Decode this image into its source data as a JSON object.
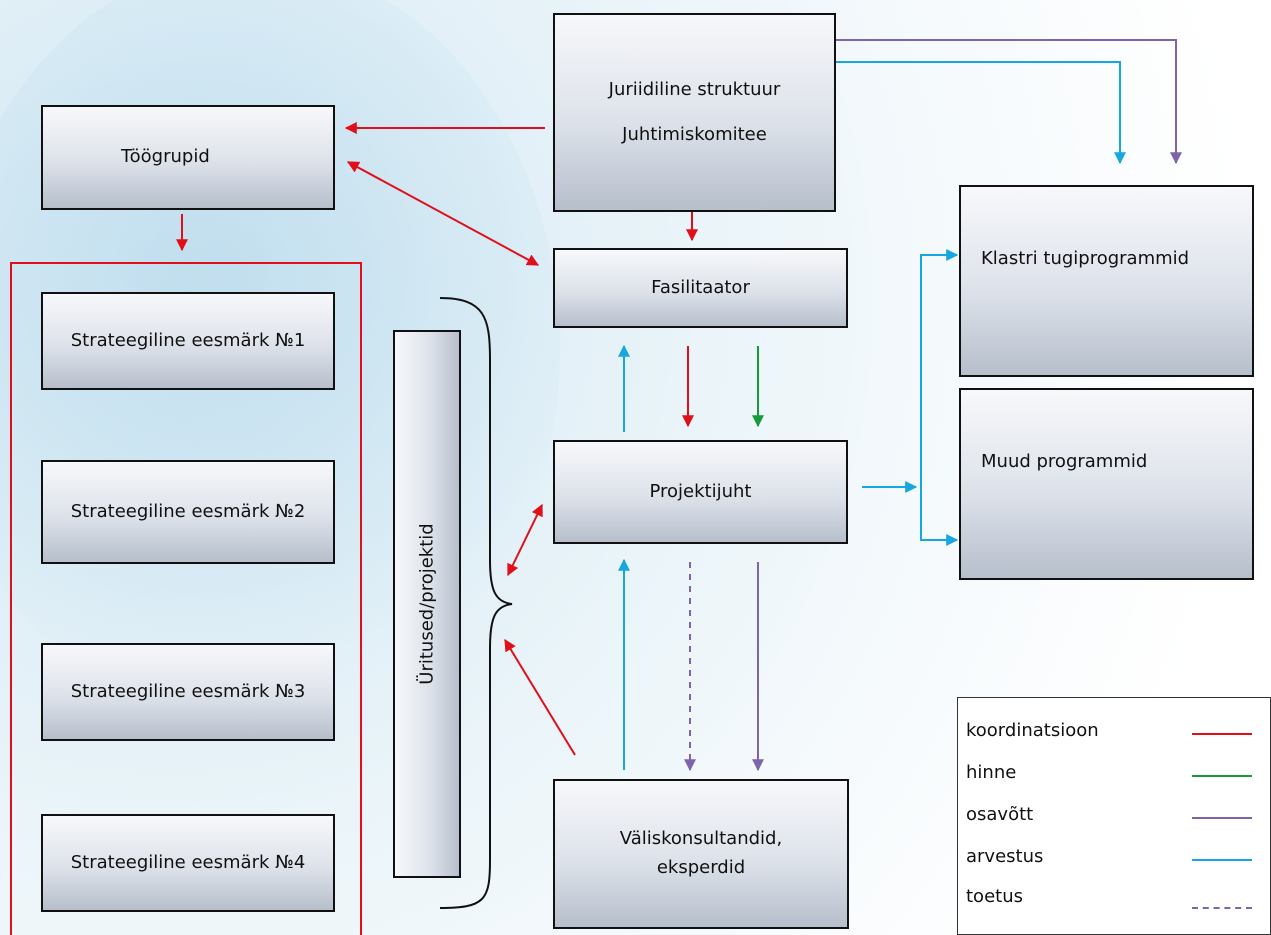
{
  "boxes": {
    "legal_structure": {
      "line1": "Juriidiline struktuur",
      "line2": "Juhtimiskomitee"
    },
    "working_groups": "Töögrupid",
    "facilitator": "Fasilitaator",
    "project_manager": "Projektijuht",
    "external_consultants": {
      "line1": "Väliskonsultandid,",
      "line2": "eksperdid"
    },
    "cluster_support": "Klastri tugiprogrammid",
    "other_programs": "Muud programmid",
    "events_projects": "Üritused/projektid",
    "strategic_goals": [
      "Strateegiline eesmärk №1",
      "Strateegiline eesmärk №2",
      "Strateegiline eesmärk №3",
      "Strateegiline eesmärk №4"
    ]
  },
  "legend": [
    {
      "label": "koordinatsioon",
      "color": "#e0101b",
      "style": "solid"
    },
    {
      "label": "hinne",
      "color": "#169a3a",
      "style": "solid"
    },
    {
      "label": "osavõtt",
      "color": "#7d64ad",
      "style": "solid"
    },
    {
      "label": "arvestus",
      "color": "#17a7e0",
      "style": "solid"
    },
    {
      "label": "toetus",
      "color": "#7d64ad",
      "style": "dashed"
    }
  ]
}
